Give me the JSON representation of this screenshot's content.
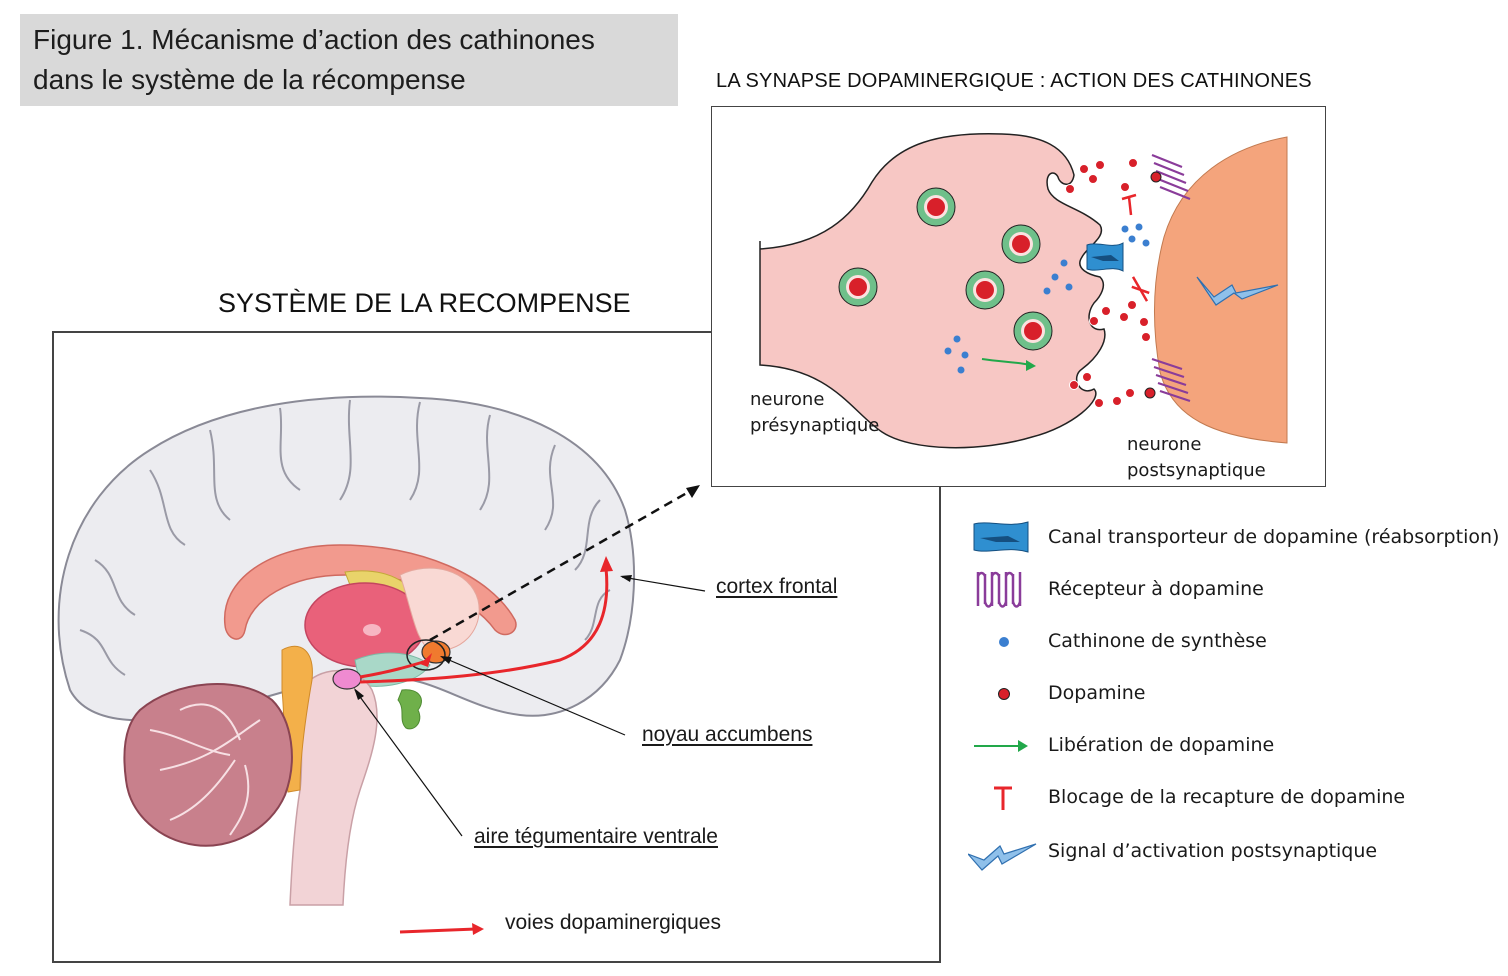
{
  "figure": {
    "title_line1": "Figure 1. Mécanisme d’action des cathinones",
    "title_line2": "dans le système de la récompense"
  },
  "synapse": {
    "heading": "LA SYNAPSE DOPAMINERGIQUE : ACTION DES CATHINONES",
    "pre_label_line1": "neurone",
    "pre_label_line2": "présynaptique",
    "post_label_line1": "neurone",
    "post_label_line2": "postsynaptique"
  },
  "brain": {
    "heading": "SYSTÈME DE LA RECOMPENSE",
    "cortex_label": "cortex frontal",
    "accumbens_label": "noyau accumbens",
    "vta_label": "aire tégumentaire ventrale",
    "pathway_label": "voies dopaminergiques"
  },
  "legend": [
    {
      "icon": "dopamine-transporter-icon",
      "label": "Canal transporteur de dopamine (réabsorption)"
    },
    {
      "icon": "dopamine-receptor-icon",
      "label": "Récepteur à dopamine"
    },
    {
      "icon": "cathinone-dot-icon",
      "label": "Cathinone de synthèse"
    },
    {
      "icon": "dopamine-dot-icon",
      "label": "Dopamine"
    },
    {
      "icon": "release-arrow-icon",
      "label": "Libération de dopamine"
    },
    {
      "icon": "block-t-icon",
      "label": "Blocage de la recapture de dopamine"
    },
    {
      "icon": "lightning-icon",
      "label": "Signal d’activation postsynaptique"
    }
  ],
  "colors": {
    "presynaptic": "#f7c7c4",
    "postsynaptic": "#f4a47c",
    "dopamine": "#d8202a",
    "cathinone": "#3b7fd0",
    "transporter": "#2f8fd0",
    "receptor": "#8a3c9a",
    "pathway": "#e8262b",
    "release_arrow": "#22a84a"
  }
}
